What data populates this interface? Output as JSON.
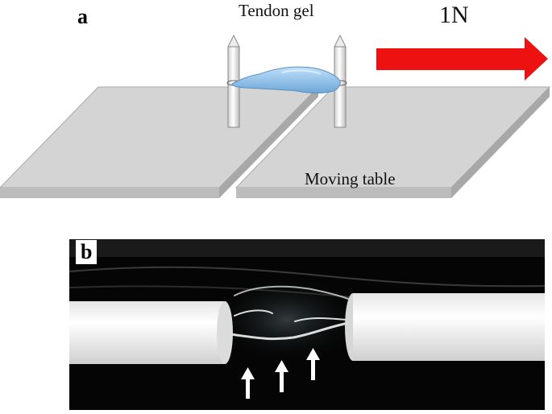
{
  "panel_a": {
    "letter": "a",
    "tendon_gel_label": "Tendon gel",
    "force_label": "1N",
    "moving_table_label": "Moving table",
    "colors": {
      "arrow": "#ee1111",
      "gel": "#8fbfe8",
      "table": "#d4d4d4"
    }
  },
  "panel_b": {
    "letter": "b",
    "arrow_count": 3,
    "colors": {
      "background": "#050505",
      "rods": "#f4f4f4",
      "arrows": "#ffffff"
    }
  }
}
